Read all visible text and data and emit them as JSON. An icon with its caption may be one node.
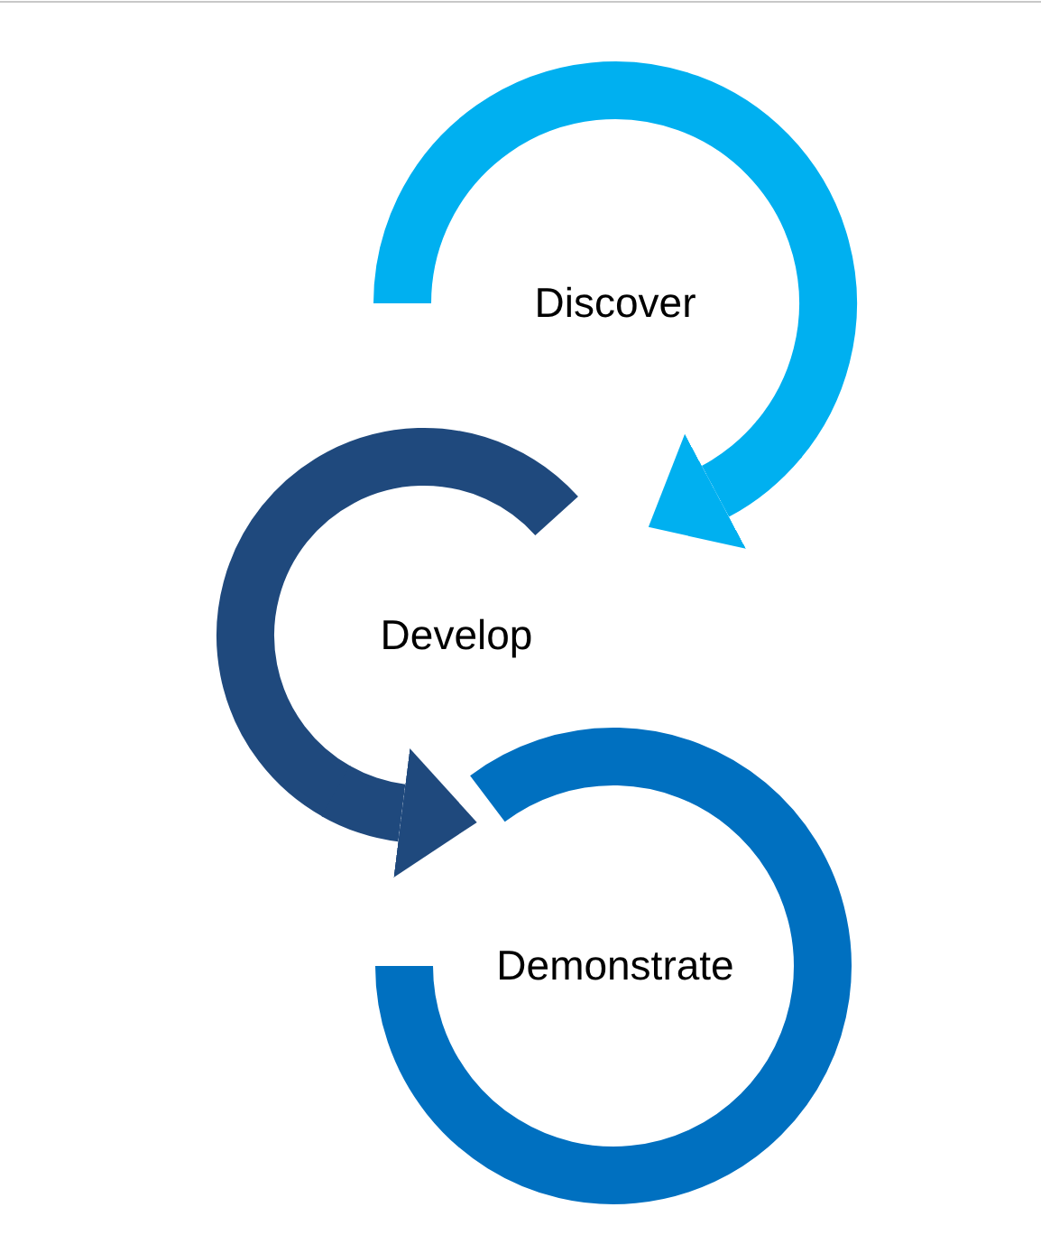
{
  "diagram": {
    "nodes": [
      {
        "text": [
          "Discover"
        ]
      },
      {
        "text": [
          "Develop"
        ]
      },
      {
        "text": [
          "Demonstrate"
        ]
      }
    ],
    "edges": [
      {
        "from": 0,
        "to": 1,
        "arrow": "to",
        "color": "#00b0f0"
      },
      {
        "from": 1,
        "to": 2,
        "arrow": "to",
        "color": "#1f497d"
      }
    ]
  }
}
